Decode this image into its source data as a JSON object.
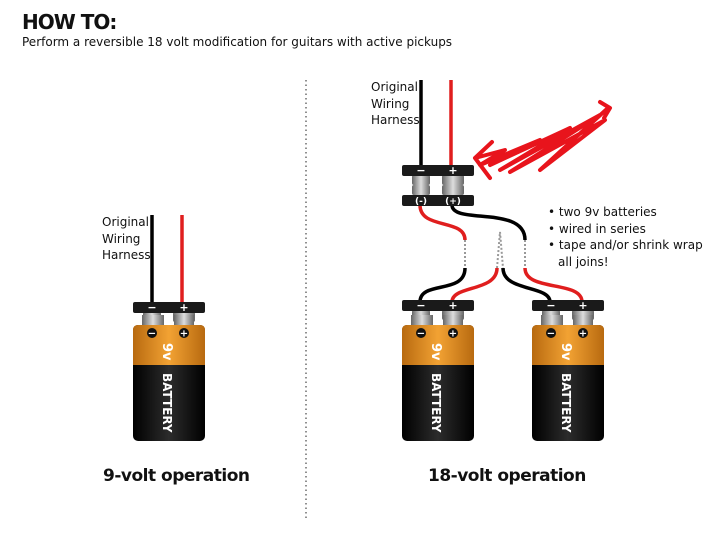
{
  "header": {
    "title": "HOW TO:",
    "subtitle": "Perform a reversible 18 volt modification for guitars with active pickups"
  },
  "left_panel": {
    "harness_label": [
      "Original",
      "Wiring",
      "Harness"
    ],
    "caption": "9-volt operation"
  },
  "right_panel": {
    "harness_label": [
      "Original",
      "Wiring",
      "Harness"
    ],
    "adapter_terminals": [
      "(-)",
      "(+)"
    ],
    "notes": [
      "• two 9v batteries",
      "• wired in series",
      "• tape and/or shrink wrap",
      "all joins!"
    ],
    "caption": "18-volt operation"
  },
  "battery": {
    "voltage_label": "9v",
    "brand_label": "BATTERY",
    "neg_symbol": "−",
    "pos_symbol": "+"
  },
  "colors": {
    "orange": "#e3901f",
    "black": "#111111",
    "red_wire": "#e01e1e",
    "arrow_red": "#e8141c"
  }
}
